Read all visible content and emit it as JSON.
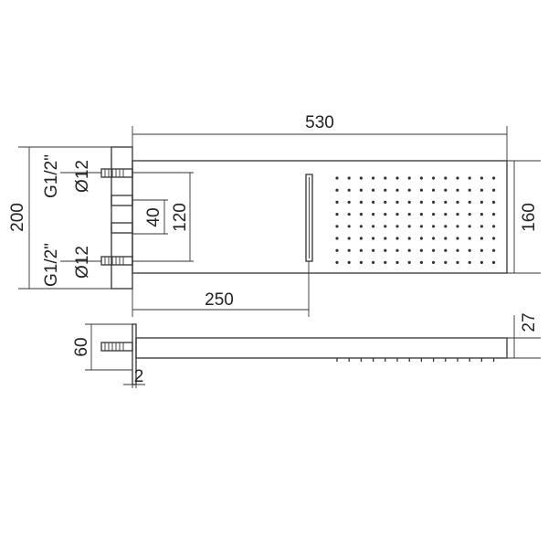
{
  "dimensions": {
    "total_length": "530",
    "total_height": "200",
    "head_height": "160",
    "side_depth": "27",
    "arm_length": "250",
    "pipe_spacing_inner": "40",
    "pipe_spacing_outer": "120",
    "thread_top": "G1/2\"",
    "thread_bottom": "G1/2\"",
    "pipe_diameter_top": "Ø12",
    "pipe_diameter_bottom": "Ø12",
    "side_height": "60",
    "side_offset": "2"
  }
}
